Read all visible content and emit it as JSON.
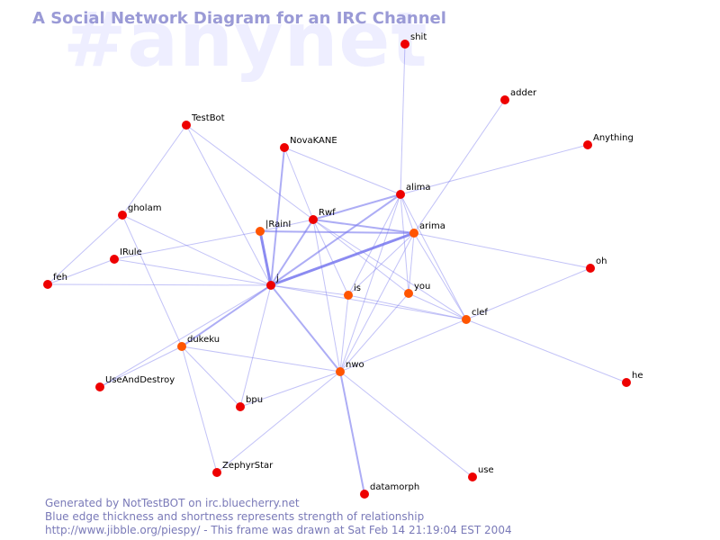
{
  "title": "A Social Network Diagram for an IRC Channel",
  "channel_watermark": "#anynet",
  "colors": {
    "background": "#ffffff",
    "title": "#9a9ad6",
    "watermark": "#eeeeff",
    "edge": "#7777ee",
    "node_red": "#ee0000",
    "node_orange": "#ff5500",
    "footer_text": "#7a7ab8"
  },
  "nodes": [
    {
      "id": "shit",
      "label": "shit",
      "color": "red"
    },
    {
      "id": "adder",
      "label": "adder",
      "color": "red"
    },
    {
      "id": "Anything",
      "label": "Anything",
      "color": "red"
    },
    {
      "id": "TestBot",
      "label": "TestBot",
      "color": "red"
    },
    {
      "id": "NovaKANE",
      "label": "NovaKANE",
      "color": "red"
    },
    {
      "id": "alima",
      "label": "alima",
      "color": "red"
    },
    {
      "id": "gholam",
      "label": "gholam",
      "color": "red"
    },
    {
      "id": "Rwf",
      "label": "Rwf",
      "color": "red"
    },
    {
      "id": "arima",
      "label": "arima",
      "color": "orange"
    },
    {
      "id": "RainI",
      "label": "|RainI",
      "color": "orange"
    },
    {
      "id": "IRule",
      "label": "IRule",
      "color": "red"
    },
    {
      "id": "oh",
      "label": "oh",
      "color": "red"
    },
    {
      "id": "feh",
      "label": "feh",
      "color": "red"
    },
    {
      "id": "j",
      "label": "j",
      "color": "red"
    },
    {
      "id": "you",
      "label": "you",
      "color": "orange"
    },
    {
      "id": "is",
      "label": "is",
      "color": "orange"
    },
    {
      "id": "clef",
      "label": "clef",
      "color": "orange"
    },
    {
      "id": "dukeku",
      "label": "dukeku",
      "color": "orange"
    },
    {
      "id": "nwo",
      "label": "nwo",
      "color": "orange"
    },
    {
      "id": "UseAndDestroy",
      "label": "UseAndDestroy",
      "color": "red"
    },
    {
      "id": "he",
      "label": "he",
      "color": "red"
    },
    {
      "id": "bpu",
      "label": "bpu",
      "color": "red"
    },
    {
      "id": "ZephyrStar",
      "label": "ZephyrStar",
      "color": "red"
    },
    {
      "id": "use",
      "label": "use",
      "color": "red"
    },
    {
      "id": "datamorph",
      "label": "datamorph",
      "color": "red"
    }
  ],
  "edges": [
    {
      "source": "j",
      "target": "RainI",
      "weight": 3
    },
    {
      "source": "j",
      "target": "arima",
      "weight": 3
    },
    {
      "source": "j",
      "target": "alima",
      "weight": 2
    },
    {
      "source": "j",
      "target": "Rwf",
      "weight": 2
    },
    {
      "source": "j",
      "target": "NovaKANE",
      "weight": 2
    },
    {
      "source": "j",
      "target": "dukeku",
      "weight": 2
    },
    {
      "source": "j",
      "target": "nwo",
      "weight": 2
    },
    {
      "source": "j",
      "target": "UseAndDestroy",
      "weight": 1
    },
    {
      "source": "j",
      "target": "feh",
      "weight": 1
    },
    {
      "source": "j",
      "target": "IRule",
      "weight": 1
    },
    {
      "source": "j",
      "target": "gholam",
      "weight": 1
    },
    {
      "source": "j",
      "target": "TestBot",
      "weight": 1
    },
    {
      "source": "j",
      "target": "bpu",
      "weight": 1
    },
    {
      "source": "j",
      "target": "clef",
      "weight": 1
    },
    {
      "source": "j",
      "target": "is",
      "weight": 1
    },
    {
      "source": "Rwf",
      "target": "alima",
      "weight": 2
    },
    {
      "source": "Rwf",
      "target": "arima",
      "weight": 2
    },
    {
      "source": "Rwf",
      "target": "RainI",
      "weight": 1
    },
    {
      "source": "Rwf",
      "target": "NovaKANE",
      "weight": 1
    },
    {
      "source": "Rwf",
      "target": "nwo",
      "weight": 1
    },
    {
      "source": "Rwf",
      "target": "you",
      "weight": 1
    },
    {
      "source": "Rwf",
      "target": "is",
      "weight": 1
    },
    {
      "source": "Rwf",
      "target": "clef",
      "weight": 1
    },
    {
      "source": "RainI",
      "target": "arima",
      "weight": 2
    },
    {
      "source": "RainI",
      "target": "IRule",
      "weight": 1
    },
    {
      "source": "alima",
      "target": "arima",
      "weight": 1
    },
    {
      "source": "alima",
      "target": "shit",
      "weight": 1
    },
    {
      "source": "alima",
      "target": "Anything",
      "weight": 1
    },
    {
      "source": "alima",
      "target": "NovaKANE",
      "weight": 1
    },
    {
      "source": "alima",
      "target": "is",
      "weight": 1
    },
    {
      "source": "alima",
      "target": "you",
      "weight": 1
    },
    {
      "source": "alima",
      "target": "clef",
      "weight": 1
    },
    {
      "source": "alima",
      "target": "nwo",
      "weight": 1
    },
    {
      "source": "arima",
      "target": "adder",
      "weight": 1
    },
    {
      "source": "arima",
      "target": "oh",
      "weight": 1
    },
    {
      "source": "arima",
      "target": "clef",
      "weight": 1
    },
    {
      "source": "arima",
      "target": "you",
      "weight": 1
    },
    {
      "source": "arima",
      "target": "is",
      "weight": 1
    },
    {
      "source": "arima",
      "target": "nwo",
      "weight": 1
    },
    {
      "source": "TestBot",
      "target": "gholam",
      "weight": 1
    },
    {
      "source": "TestBot",
      "target": "Rwf",
      "weight": 1
    },
    {
      "source": "gholam",
      "target": "feh",
      "weight": 1
    },
    {
      "source": "gholam",
      "target": "dukeku",
      "weight": 1
    },
    {
      "source": "IRule",
      "target": "feh",
      "weight": 1
    },
    {
      "source": "dukeku",
      "target": "UseAndDestroy",
      "weight": 1
    },
    {
      "source": "dukeku",
      "target": "ZephyrStar",
      "weight": 1
    },
    {
      "source": "dukeku",
      "target": "bpu",
      "weight": 1
    },
    {
      "source": "dukeku",
      "target": "nwo",
      "weight": 1
    },
    {
      "source": "nwo",
      "target": "is",
      "weight": 1
    },
    {
      "source": "nwo",
      "target": "datamorph",
      "weight": 2
    },
    {
      "source": "nwo",
      "target": "use",
      "weight": 1
    },
    {
      "source": "nwo",
      "target": "bpu",
      "weight": 1
    },
    {
      "source": "nwo",
      "target": "ZephyrStar",
      "weight": 1
    },
    {
      "source": "nwo",
      "target": "you",
      "weight": 1
    },
    {
      "source": "nwo",
      "target": "clef",
      "weight": 1
    },
    {
      "source": "is",
      "target": "clef",
      "weight": 1
    },
    {
      "source": "you",
      "target": "clef",
      "weight": 1
    },
    {
      "source": "clef",
      "target": "he",
      "weight": 1
    },
    {
      "source": "clef",
      "target": "oh",
      "weight": 1
    }
  ],
  "footer": {
    "line1": "Generated by NotTestBOT on irc.bluecherry.net",
    "line2": "Blue edge thickness and shortness represents strength of relationship",
    "line3": "http://www.jibble.org/piespy/ - This frame was drawn at Sat Feb 14 21:19:04 EST 2004"
  }
}
